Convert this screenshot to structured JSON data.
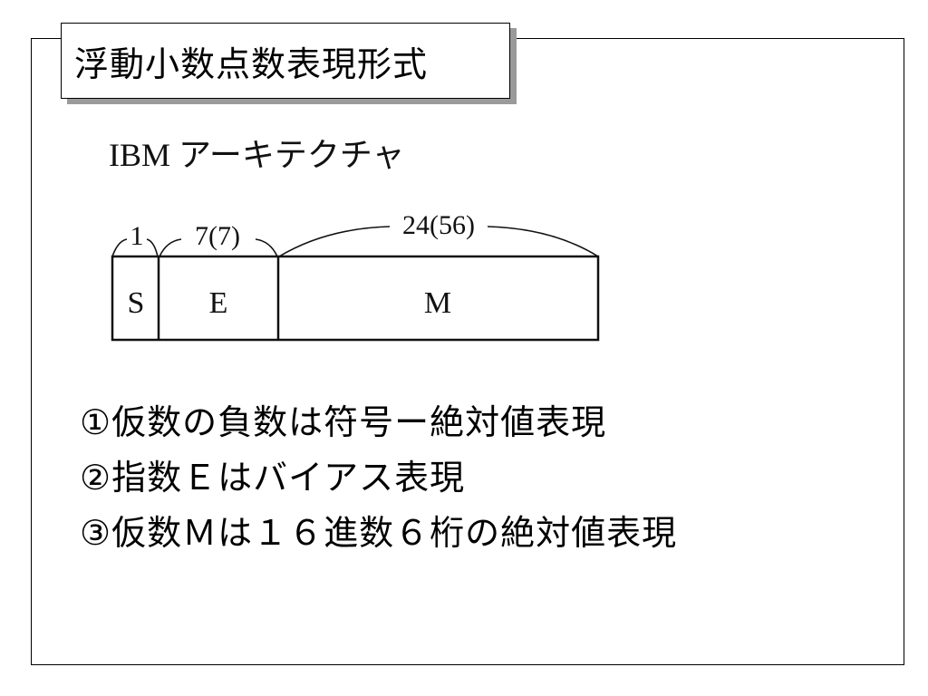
{
  "title": "浮動小数点数表現形式",
  "figure": {
    "heading": "IBM アーキテクチャ",
    "fields": [
      {
        "label": "S",
        "width_label": "1"
      },
      {
        "label": "E",
        "width_label": "7(7)"
      },
      {
        "label": "M",
        "width_label": "24(56)"
      }
    ]
  },
  "points": [
    "①仮数の負数は符号ー絶対値表現",
    "②指数Ｅはバイアス表現",
    "③仮数Ｍは１６進数６桁の絶対値表現"
  ]
}
